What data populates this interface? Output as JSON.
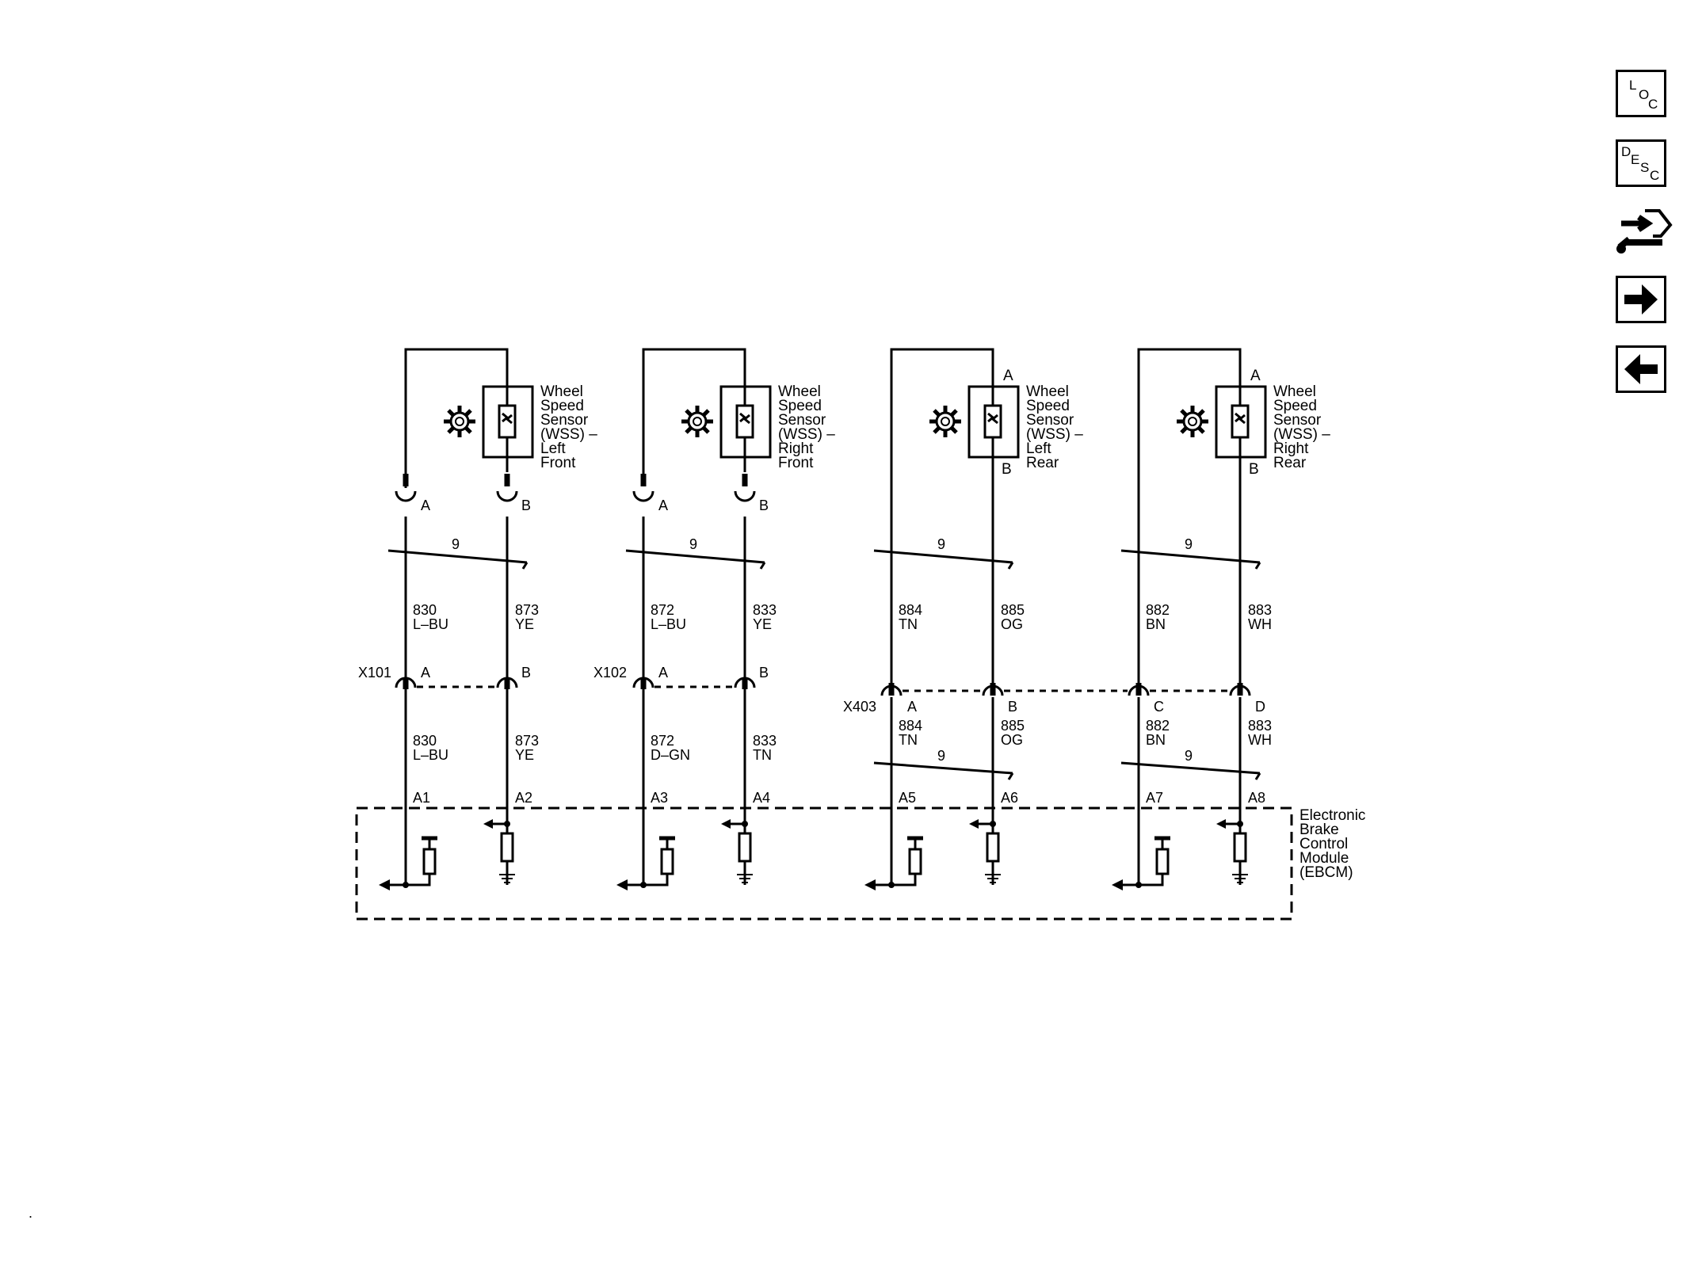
{
  "nav": {
    "loc": {
      "l1": "L",
      "l2": "O",
      "l3": "C"
    },
    "desc": {
      "l1": "D",
      "l2": "E",
      "l3": "S",
      "l4": "C"
    }
  },
  "sensors": [
    {
      "l1": "Wheel",
      "l2": "Speed",
      "l3": "Sensor",
      "l4": "(WSS) –",
      "l5": "Left",
      "l6": "Front",
      "pin_a": "",
      "pin_b": ""
    },
    {
      "l1": "Wheel",
      "l2": "Speed",
      "l3": "Sensor",
      "l4": "(WSS) –",
      "l5": "Right",
      "l6": "Front",
      "pin_a": "",
      "pin_b": ""
    },
    {
      "l1": "Wheel",
      "l2": "Speed",
      "l3": "Sensor",
      "l4": "(WSS) –",
      "l5": "Left",
      "l6": "Rear",
      "pin_a": "A",
      "pin_b": "B"
    },
    {
      "l1": "Wheel",
      "l2": "Speed",
      "l3": "Sensor",
      "l4": "(WSS) –",
      "l5": "Right",
      "l6": "Rear",
      "pin_a": "A",
      "pin_b": "B"
    }
  ],
  "sensor_connectors": [
    {
      "a": "A",
      "b": "B"
    },
    {
      "a": "A",
      "b": "B"
    }
  ],
  "twist_counts": [
    "9",
    "9",
    "9",
    "9",
    "9",
    "9"
  ],
  "upper_wires": [
    {
      "c1": "830",
      "k1": "L–BU",
      "c2": "873",
      "k2": "YE"
    },
    {
      "c1": "872",
      "k1": "L–BU",
      "c2": "833",
      "k2": "YE"
    },
    {
      "c1": "884",
      "k1": "TN",
      "c2": "885",
      "k2": "OG"
    },
    {
      "c1": "882",
      "k1": "BN",
      "c2": "883",
      "k2": "WH"
    }
  ],
  "inline_connectors": [
    {
      "name": "X101",
      "a": "A",
      "b": "B"
    },
    {
      "name": "X102",
      "a": "A",
      "b": "B"
    },
    {
      "name": "X403",
      "a": "A",
      "b": "B",
      "c": "C",
      "d": "D"
    }
  ],
  "lower_wires": [
    {
      "c1": "830",
      "k1": "L–BU",
      "c2": "873",
      "k2": "YE"
    },
    {
      "c1": "872",
      "k1": "D–GN",
      "c2": "833",
      "k2": "TN"
    },
    {
      "c1": "884",
      "k1": "TN",
      "c2": "885",
      "k2": "OG"
    },
    {
      "c1": "882",
      "k1": "BN",
      "c2": "883",
      "k2": "WH"
    }
  ],
  "module_pins": [
    "A1",
    "A2",
    "A3",
    "A4",
    "A5",
    "A6",
    "A7",
    "A8"
  ],
  "module": {
    "l1": "Electronic",
    "l2": "Brake",
    "l3": "Control",
    "l4": "Module",
    "l5": "(EBCM)"
  },
  "footer_mark": "."
}
